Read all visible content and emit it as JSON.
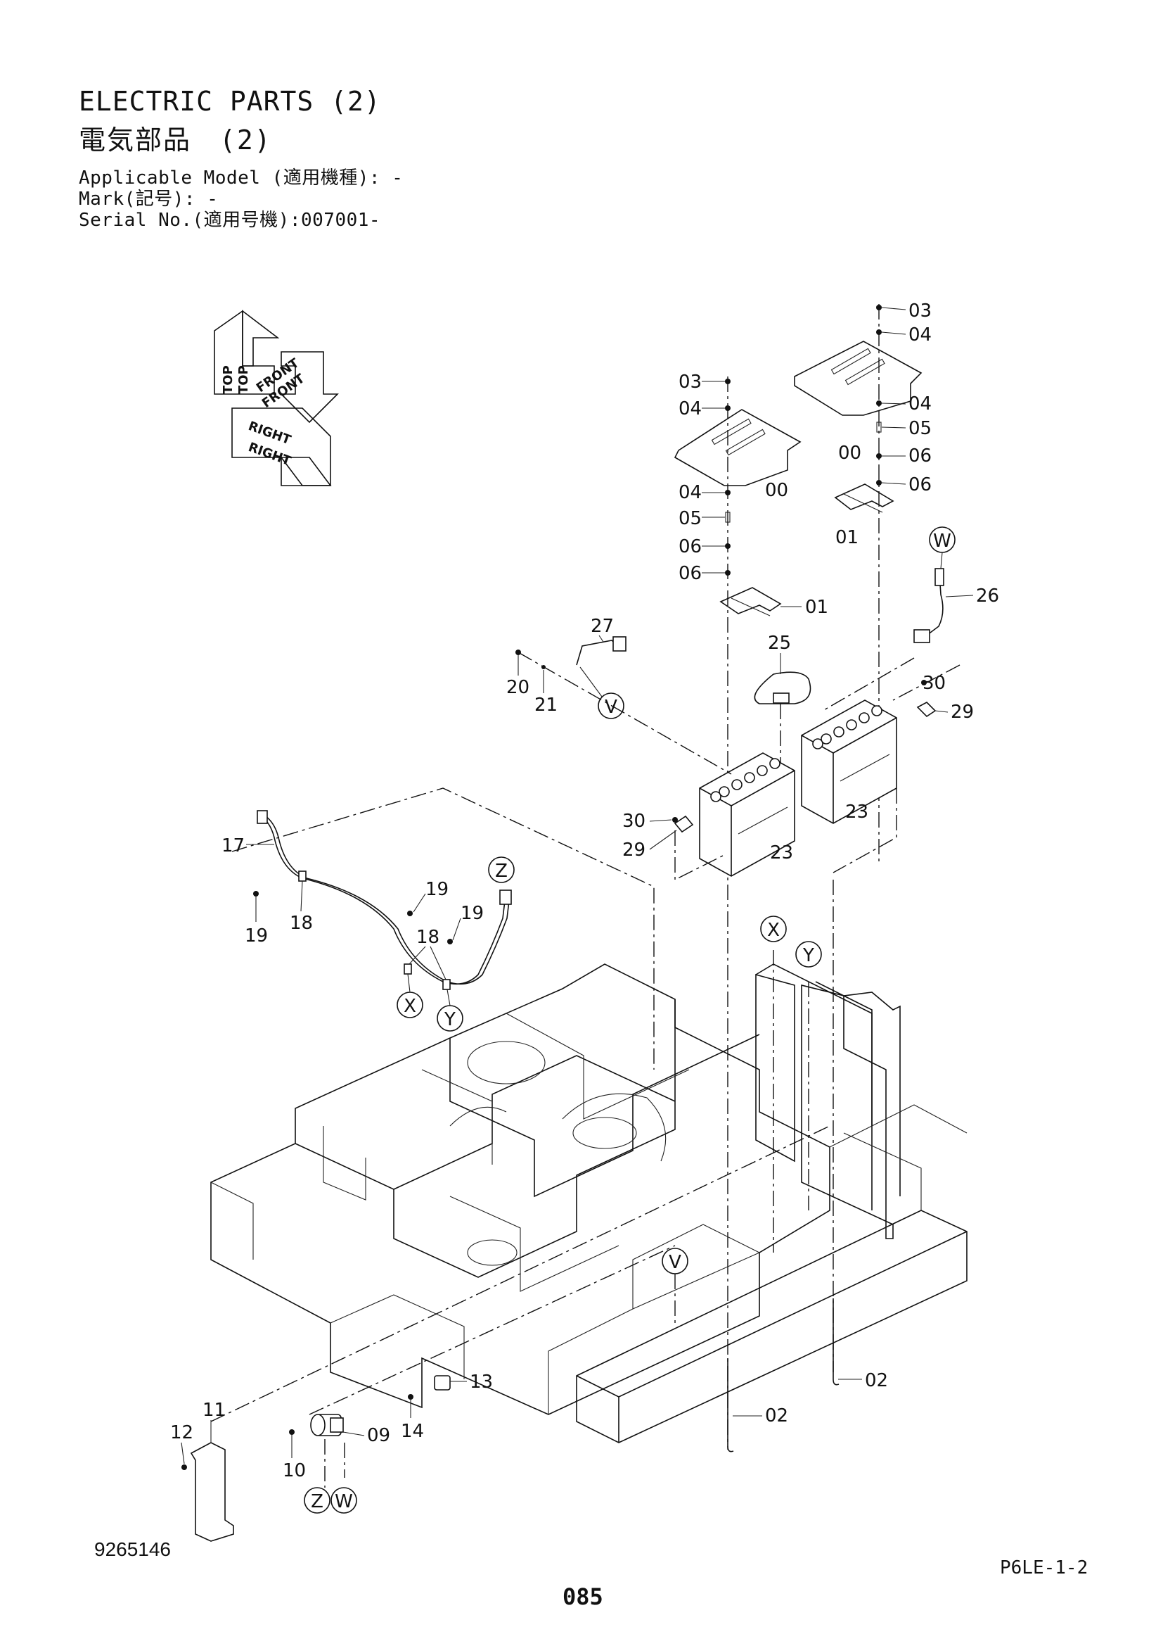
{
  "header": {
    "title_en": "ELECTRIC PARTS (2)",
    "title_jp": "電気部品　(2)",
    "applicable_model": "Applicable Model (適用機種): -",
    "mark": "Mark(記号): -",
    "serial_no": "Serial No.(適用号機):007001-"
  },
  "orientation": {
    "top": "TOP",
    "front": "FRONT",
    "right": "RIGHT"
  },
  "callouts": {
    "c00a": "00",
    "c00b": "00",
    "c01a": "01",
    "c01b": "01",
    "c02a": "02",
    "c02b": "02",
    "c03a": "03",
    "c03b": "03",
    "c04a": "04",
    "c04b": "04",
    "c04c": "04",
    "c04d": "04",
    "c05a": "05",
    "c05b": "05",
    "c06a": "06",
    "c06b": "06",
    "c06c": "06",
    "c06d": "06",
    "c09": "09",
    "c10": "10",
    "c11": "11",
    "c12": "12",
    "c13": "13",
    "c14": "14",
    "c17": "17",
    "c18a": "18",
    "c18b": "18",
    "c19a": "19",
    "c19b": "19",
    "c19c": "19",
    "c20": "20",
    "c21": "21",
    "c23a": "23",
    "c23b": "23",
    "c25": "25",
    "c26": "26",
    "c27": "27",
    "c29a": "29",
    "c29b": "29",
    "c30a": "30",
    "c30b": "30"
  },
  "connectors": {
    "w_top": "W",
    "v_top": "V",
    "z_top": "Z",
    "x_harness": "X",
    "y_harness": "Y",
    "x_frame": "X",
    "y_frame": "Y",
    "v_frame": "V",
    "z_bottom": "Z",
    "w_bottom": "W"
  },
  "footer": {
    "drawing_no": "9265146",
    "page_code": "P6LE-1-2",
    "page_number": "085"
  }
}
